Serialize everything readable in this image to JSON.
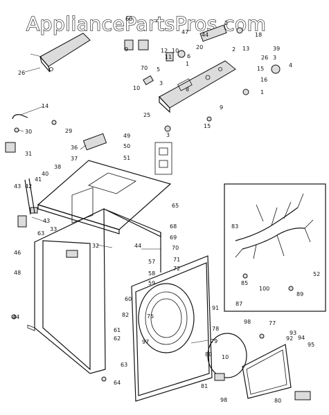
{
  "watermark": "AppliancePartsPros.com",
  "callouts": [
    "60",
    "2",
    "47",
    "18",
    "44",
    "9",
    "12",
    "10",
    "20",
    "2",
    "13",
    "39",
    "11",
    "6",
    "26",
    "26",
    "3",
    "70",
    "5",
    "1",
    "15",
    "4",
    "10",
    "3",
    "8",
    "16",
    "25",
    "1",
    "9",
    "15",
    "3",
    "14",
    "29",
    "30",
    "31",
    "36",
    "49",
    "50",
    "37",
    "51",
    "38",
    "40",
    "41",
    "42",
    "43",
    "43",
    "65",
    "33",
    "63",
    "32",
    "46",
    "68",
    "69",
    "44",
    "70",
    "71",
    "72",
    "57",
    "48",
    "58",
    "59",
    "60",
    "75",
    "82",
    "61",
    "62",
    "97",
    "44",
    "91",
    "87",
    "85",
    "100",
    "83",
    "89",
    "52",
    "98",
    "77",
    "78",
    "79",
    "80",
    "93",
    "92",
    "94",
    "95",
    "10",
    "81",
    "98",
    "80",
    "63",
    "64"
  ]
}
